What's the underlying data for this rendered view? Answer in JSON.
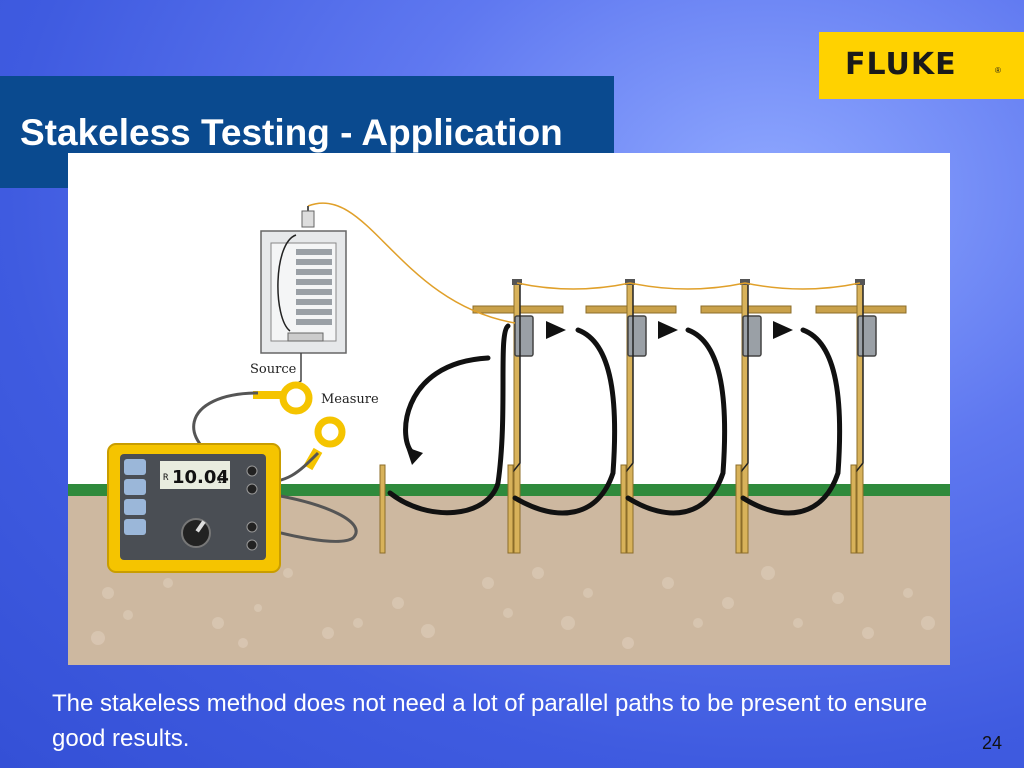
{
  "slide": {
    "title": "Stakeless Testing - Application",
    "caption": "The stakeless method does not need a lot of parallel paths to be present to ensure good results.",
    "page_number": "24"
  },
  "logo": {
    "text": "FLUKE",
    "registered": "®",
    "background": "#ffd200"
  },
  "illustration": {
    "label_source": "Source",
    "label_measure": "Measure",
    "meter_reading": "10.04",
    "meter_unit": "Ω",
    "meter_prefix": "R",
    "colors": {
      "grass": "#2f8a3c",
      "soil": "#cdb8a0",
      "meter_body": "#f5c400",
      "wire": "#e0a02a",
      "pole": "#c9a14a"
    }
  },
  "colors": {
    "background": "#4a64e6",
    "title_bar": "#0a4a8f"
  }
}
